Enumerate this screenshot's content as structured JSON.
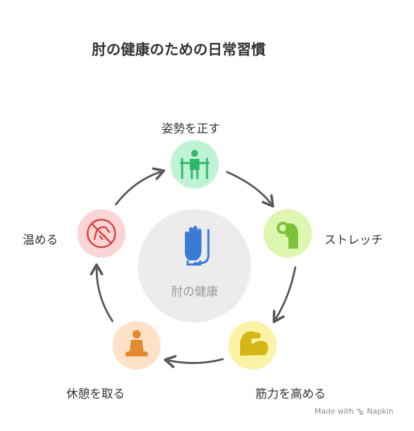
{
  "title": "肘の健康のための日常習慣",
  "center": {
    "label": "肘の健康",
    "icon": "hand-glove-icon"
  },
  "steps": [
    {
      "label": "姿勢を正す",
      "icon": "parallel-bars-posture-icon",
      "bg": "#bff3d6",
      "fg": "#2fb86a"
    },
    {
      "label": "ストレッチ",
      "icon": "stretching-person-icon",
      "bg": "#ddf7b0",
      "fg": "#7cc23a"
    },
    {
      "label": "筋力を高める",
      "icon": "flexed-arm-icon",
      "bg": "#faf3a6",
      "fg": "#d4b713"
    },
    {
      "label": "休憩を取る",
      "icon": "meditating-person-icon",
      "bg": "#fde2c8",
      "fg": "#e3892f"
    },
    {
      "label": "温める",
      "icon": "no-cold-icon",
      "bg": "#fbd5d5",
      "fg": "#d64545"
    }
  ],
  "footer": {
    "made_with": "Made with",
    "brand": "Napkin"
  },
  "colors": {
    "arrow": "#555555",
    "center_bg": "#ececec",
    "center_icon": "#3a7bd5"
  }
}
